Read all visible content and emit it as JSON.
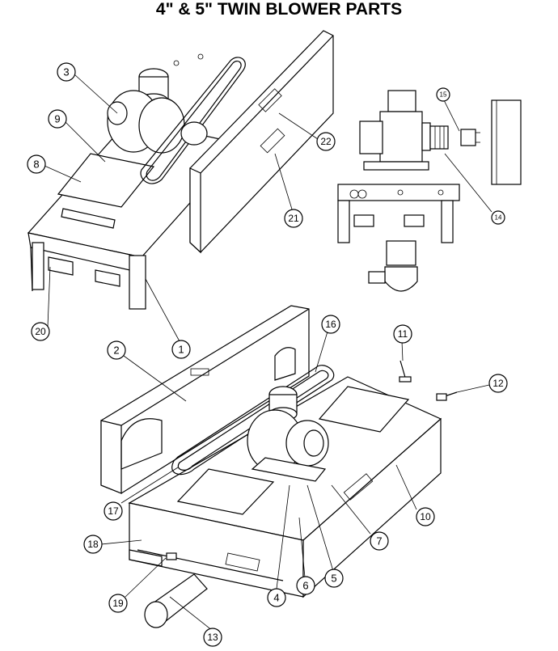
{
  "title": "4\" & 5\" TWIN BLOWER PARTS",
  "callouts": [
    "1",
    "2",
    "3",
    "4",
    "5",
    "6",
    "7",
    "8",
    "9",
    "10",
    "11",
    "12",
    "13",
    "14",
    "15",
    "16",
    "17",
    "18",
    "19",
    "20",
    "21",
    "22"
  ]
}
